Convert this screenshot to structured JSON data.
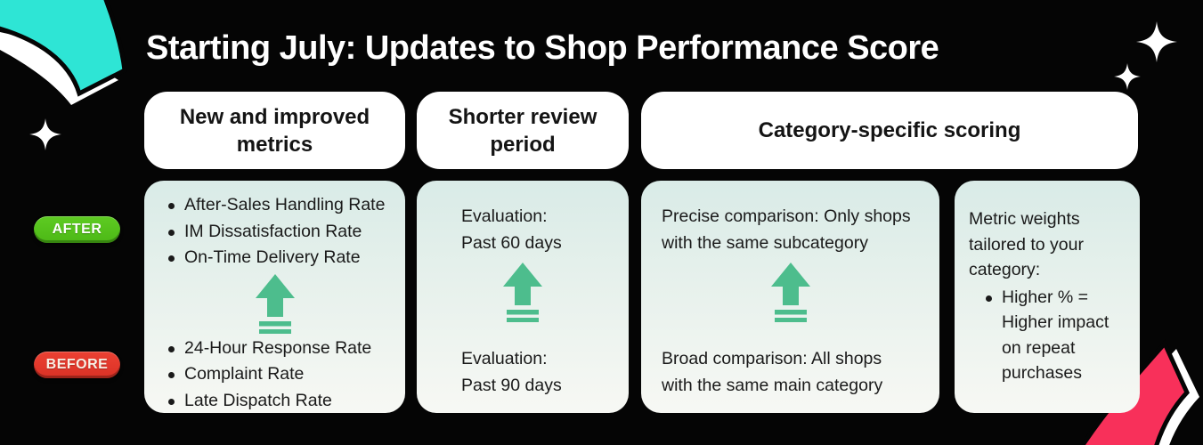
{
  "title": "Starting July: Updates to Shop Performance Score",
  "badges": {
    "after": "AFTER",
    "before": "BEFORE"
  },
  "headers": [
    "New and improved metrics",
    "Shorter review period",
    "Category-specific scoring"
  ],
  "cols": [
    {
      "after": [
        "After-Sales Handling Rate",
        "IM Dissatisfaction Rate",
        "On-Time Delivery Rate"
      ],
      "before": [
        "24-Hour Response Rate",
        "Complaint Rate",
        "Late Dispatch Rate"
      ]
    },
    {
      "after": [
        "Evaluation:",
        "Past 60 days"
      ],
      "before": [
        "Evaluation:",
        "Past 90 days"
      ]
    },
    {
      "after": [
        "Precise comparison: Only shops",
        "with the same subcategory"
      ],
      "before": [
        "Broad comparison: All shops",
        "with the same main category"
      ]
    },
    {
      "intro": [
        "Metric weights",
        "tailored to your",
        "category:"
      ],
      "bullet": [
        "Higher % =",
        "Higher impact",
        "on repeat",
        "purchases"
      ]
    }
  ],
  "icons": {
    "upgrade_arrow": "up-arrow-with-double-bar",
    "sparkle": "four-point-star",
    "teal_swoosh": "arc-ribbon-top-left",
    "pink_swoosh": "arc-ribbon-bottom-right"
  },
  "colors": {
    "background": "#050505",
    "teal_accent": "#2ee5d5",
    "pink_accent": "#f8305a",
    "arrow_green": "#4dbd8d",
    "after_green": "#55c21c",
    "before_red": "#e23a2b",
    "card_gradient_top": "#d9ebe7",
    "card_gradient_bottom": "#f7f8f4",
    "header_bg": "#ffffff",
    "title_text": "#ffffff",
    "body_text": "#1a1a1a"
  }
}
